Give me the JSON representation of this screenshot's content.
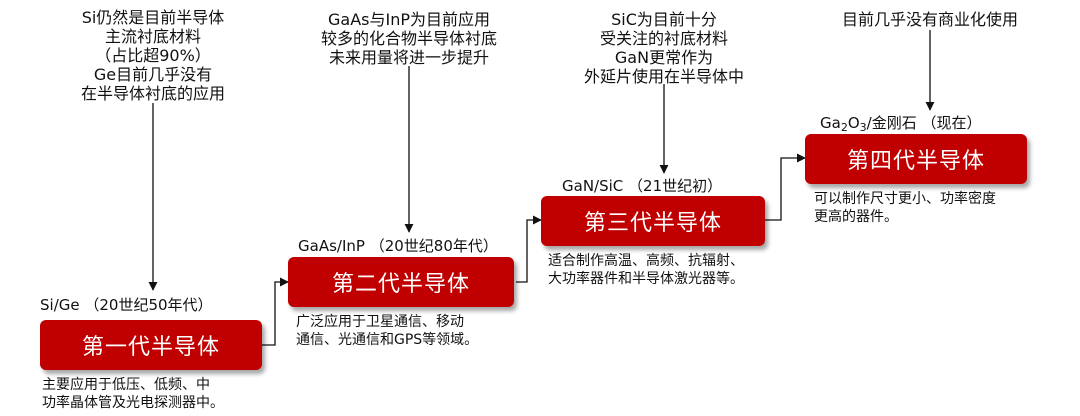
{
  "colors": {
    "box_fill": "#c00000",
    "line": "#111111"
  },
  "generations": [
    {
      "name": "第一代半导体",
      "period_label": "Si/Ge （20世纪50年代）",
      "top_note": [
        "Si仍然是目前半导体",
        "主流衬底材料",
        "（占比超90%）",
        "Ge目前几乎没有",
        "在半导体衬底的应用"
      ],
      "description": [
        "主要应用于低压、低频、中",
        "功率晶体管及光电探测器中。"
      ]
    },
    {
      "name": "第二代半导体",
      "period_label": "GaAs/InP （20世纪80年代）",
      "top_note": [
        "GaAs与InP为目前应用",
        "较多的化合物半导体衬底",
        "未来用量将进一步提升"
      ],
      "description": [
        "广泛应用于卫星通信、移动",
        "通信、光通信和GPS等领域。"
      ]
    },
    {
      "name": "第三代半导体",
      "period_label": "GaN/SiC （21世纪初）",
      "top_note": [
        "SiC为目前十分",
        "受关注的衬底材料",
        "GaN更常作为",
        "外延片使用在半导体中"
      ],
      "description": [
        "适合制作高温、高频、抗辐射、",
        "大功率器件和半导体激光器等。"
      ]
    },
    {
      "name": "第四代半导体",
      "period_label_parts": {
        "a": "Ga",
        "sub1": "2",
        "b": "O",
        "sub2": "3",
        "c": "/金刚石 （现在）"
      },
      "top_note": [
        "目前几乎没有商业化使用"
      ],
      "description": [
        "可以制作尺寸更小、功率密度",
        "更高的器件。"
      ]
    }
  ]
}
